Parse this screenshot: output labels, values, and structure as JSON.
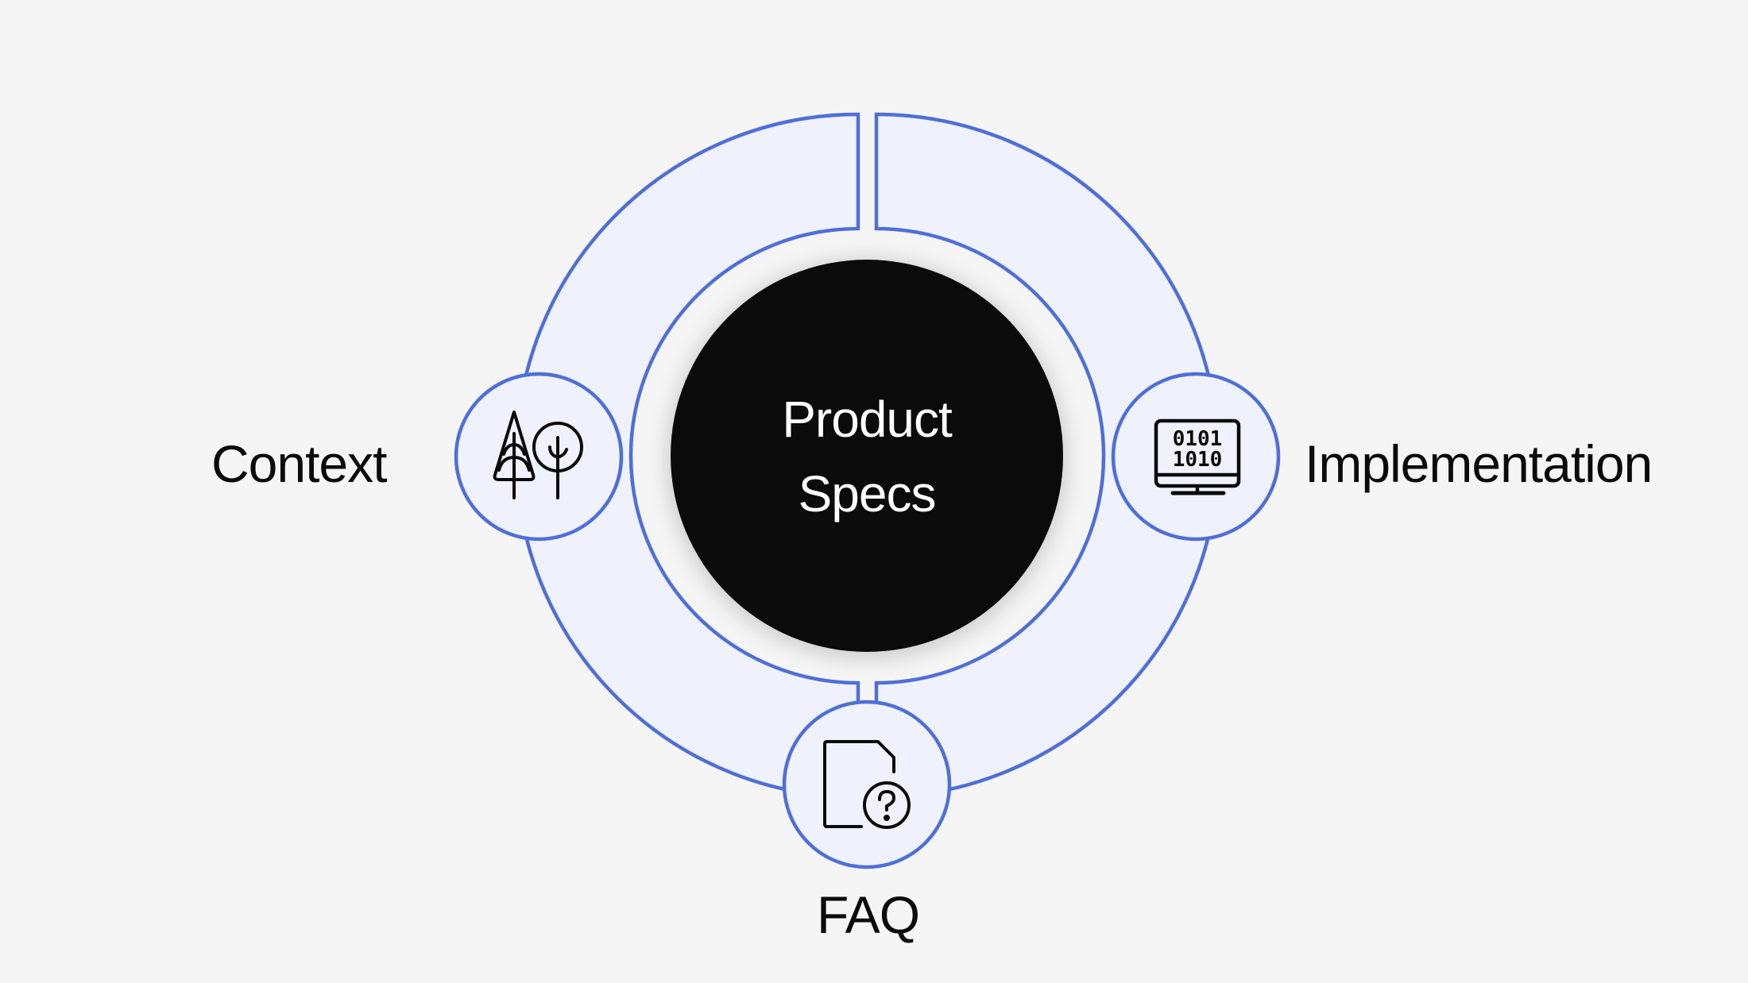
{
  "diagram": {
    "type": "hub-and-spoke cycle",
    "center": {
      "line1": "Product",
      "line2": "Specs",
      "fill": "#0a0b0a",
      "text_color": "#ffffff"
    },
    "nodes": [
      {
        "id": "context",
        "label": "Context",
        "icon": "trees-icon",
        "position": "left"
      },
      {
        "id": "implementation",
        "label": "Implementation",
        "icon": "binary-monitor-icon",
        "position": "right"
      },
      {
        "id": "faq",
        "label": "FAQ",
        "icon": "document-question-icon",
        "position": "bottom"
      }
    ],
    "monitor_binary": {
      "row1": "0101",
      "row2": "1010"
    },
    "colors": {
      "background": "#f5f5f5",
      "band_fill": "#eff2fd",
      "stroke": "#4f6fd8",
      "icon": "#0a0b0a",
      "label": "#0a0b0a"
    }
  }
}
